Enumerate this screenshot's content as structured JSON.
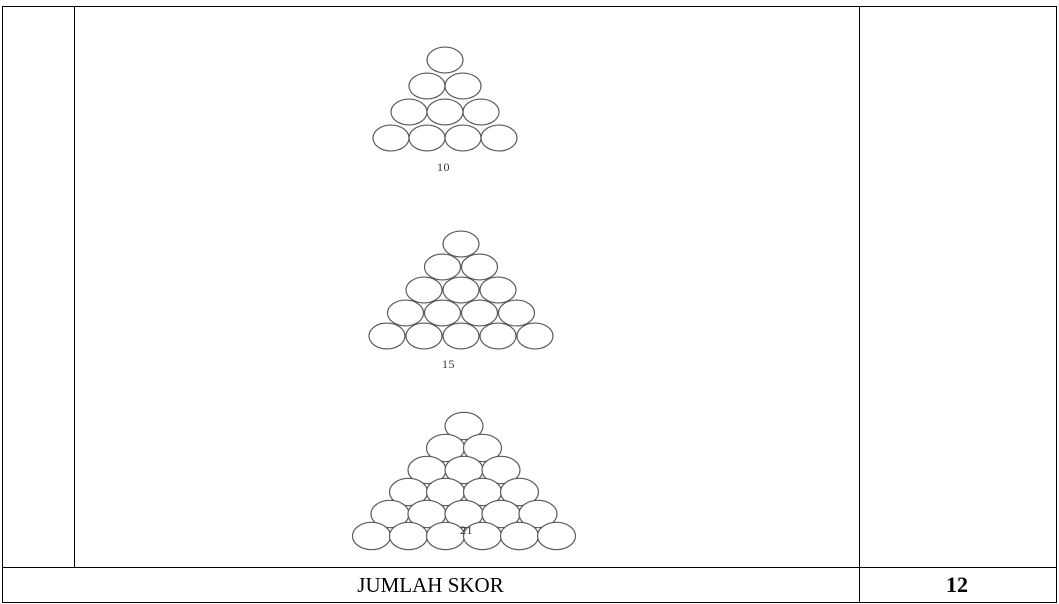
{
  "figures": [
    {
      "label": "10",
      "rows": 4
    },
    {
      "label": "15",
      "rows": 5
    },
    {
      "label": "21",
      "rows": 6
    }
  ],
  "footer": {
    "label": "JUMLAH SKOR",
    "score": "12"
  }
}
